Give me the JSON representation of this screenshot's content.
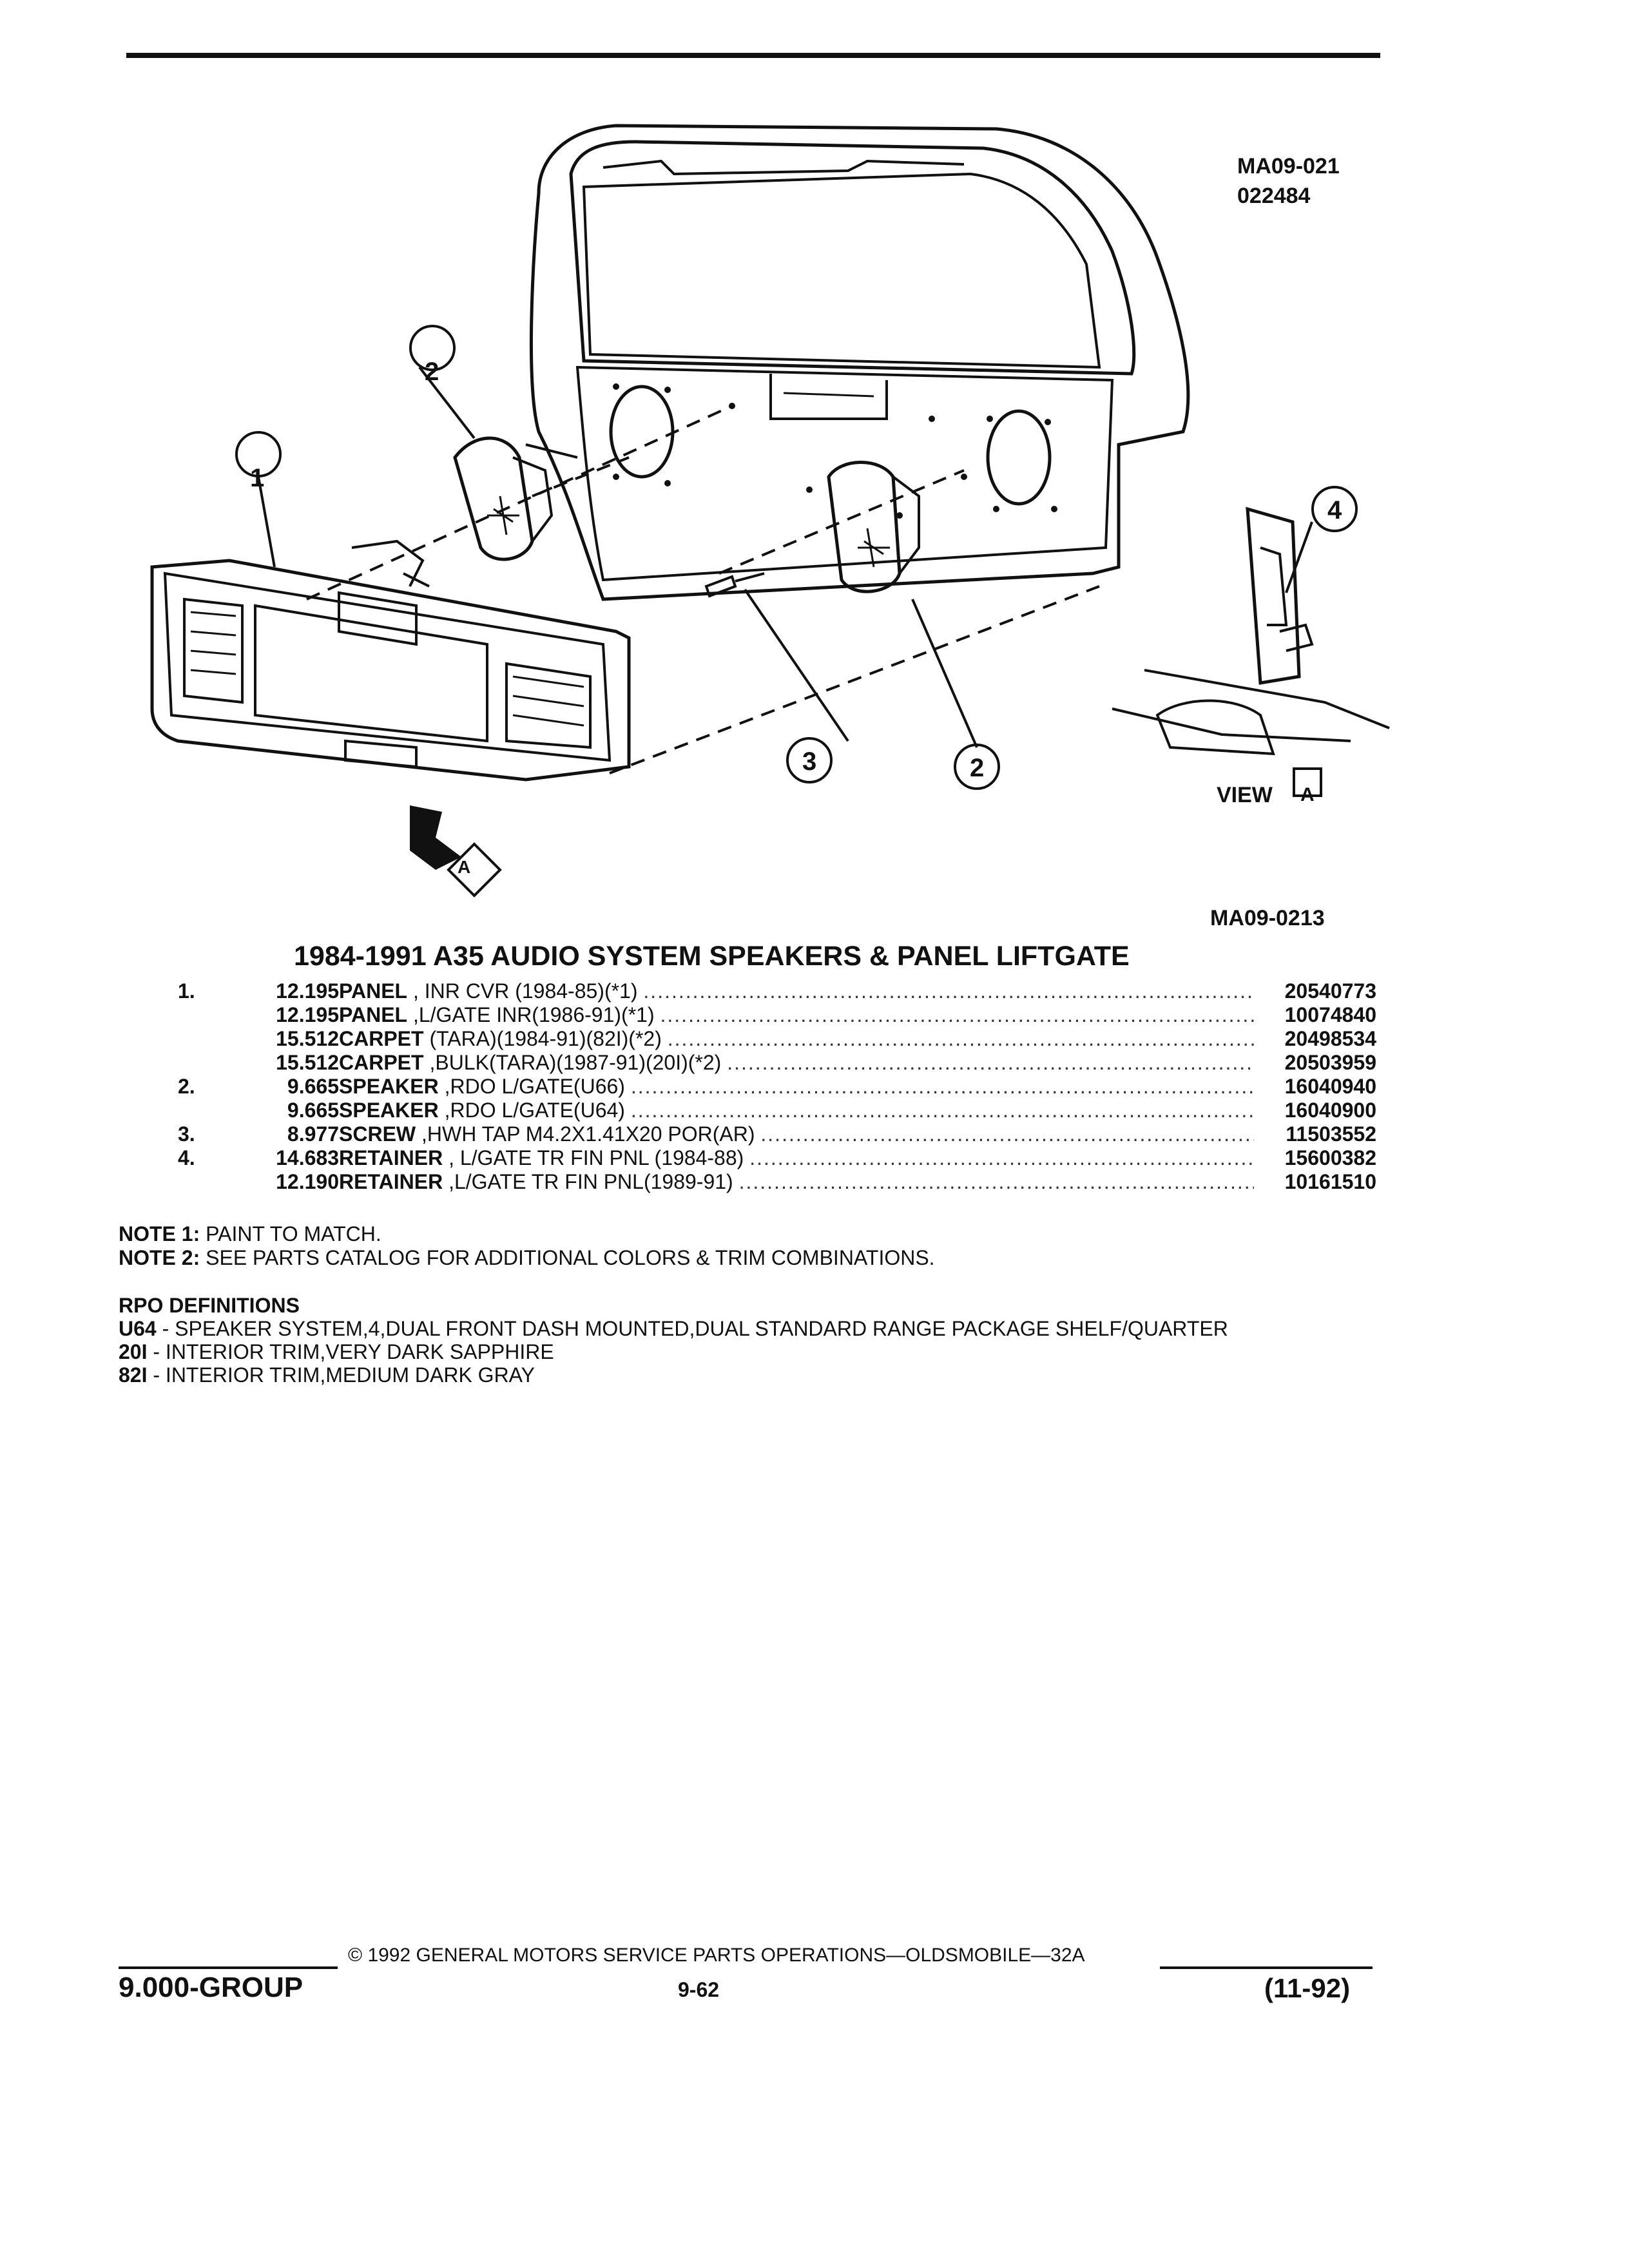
{
  "figure": {
    "id_top": "MA09-021",
    "id_top_2": "022484",
    "id_bottom": "MA09-0213",
    "view_label": "VIEW",
    "view_letter": "A",
    "arrow_letter": "A",
    "callouts": [
      "1",
      "2",
      "2",
      "3",
      "4"
    ]
  },
  "title": "1984-1991 A35 AUDIO SYSTEM SPEAKERS & PANEL LIFTGATE",
  "parts": [
    {
      "num": "1.",
      "qty": "12.195",
      "name": "PANEL",
      "spec": " , INR CVR (1984-85)(*1)",
      "part_no": "20540773"
    },
    {
      "num": "",
      "qty": "12.195",
      "name": "PANEL",
      "spec": " ,L/GATE INR(1986-91)(*1)",
      "part_no": "10074840"
    },
    {
      "num": "",
      "qty": "15.512",
      "name": "CARPET",
      "spec": " (TARA)(1984-91)(82I)(*2)",
      "part_no": "20498534"
    },
    {
      "num": "",
      "qty": "15.512",
      "name": "CARPET",
      "spec": " ,BULK(TARA)(1987-91)(20I)(*2)",
      "part_no": "20503959"
    },
    {
      "num": "2.",
      "qty": "9.665",
      "name": "SPEAKER",
      "spec": " ,RDO L/GATE(U66)",
      "part_no": "16040940"
    },
    {
      "num": "",
      "qty": "9.665",
      "name": "SPEAKER",
      "spec": " ,RDO L/GATE(U64)",
      "part_no": "16040900"
    },
    {
      "num": "3.",
      "qty": "8.977",
      "name": "SCREW",
      "spec": " ,HWH TAP M4.2X1.41X20 POR(AR)",
      "part_no": "11503552"
    },
    {
      "num": "4.",
      "qty": "14.683",
      "name": "RETAINER",
      "spec": " , L/GATE TR FIN PNL (1984-88)",
      "part_no": "15600382"
    },
    {
      "num": "",
      "qty": "12.190",
      "name": "RETAINER",
      "spec": " ,L/GATE TR FIN PNL(1989-91)",
      "part_no": "10161510"
    }
  ],
  "notes": [
    {
      "label": "NOTE  1:",
      "text": " PAINT TO MATCH."
    },
    {
      "label": "NOTE  2:",
      "text": " SEE PARTS CATALOG FOR ADDITIONAL COLORS & TRIM COMBINATIONS."
    }
  ],
  "rpo": {
    "heading": "RPO DEFINITIONS",
    "items": [
      {
        "code": "U64",
        "text": " - SPEAKER SYSTEM,4,DUAL FRONT DASH MOUNTED,DUAL STANDARD RANGE PACKAGE SHELF/QUARTER"
      },
      {
        "code": "20I",
        "text": " - INTERIOR TRIM,VERY DARK SAPPHIRE"
      },
      {
        "code": "82I",
        "text": " - INTERIOR TRIM,MEDIUM DARK GRAY"
      }
    ]
  },
  "footer": {
    "copyright": "©  1992  GENERAL MOTORS SERVICE PARTS OPERATIONS—OLDSMOBILE—32A",
    "group": "9.000-GROUP",
    "page": "9-62",
    "date": "(11-92)"
  }
}
